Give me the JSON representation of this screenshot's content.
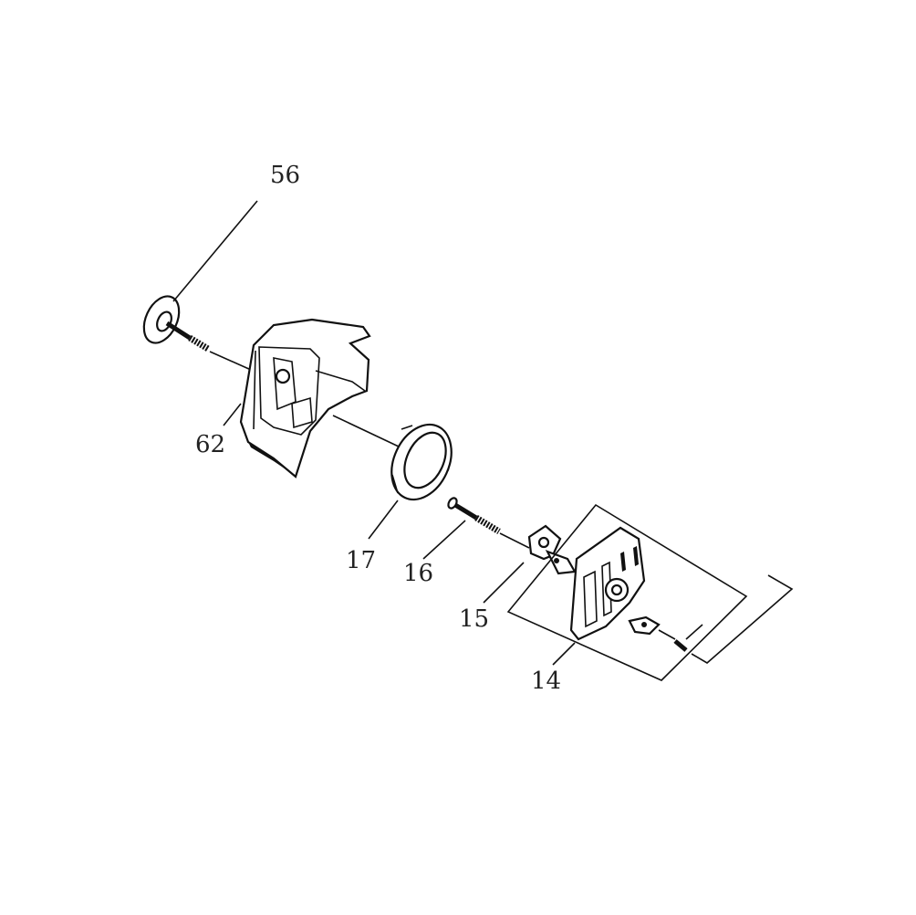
{
  "diagram": {
    "type": "exploded-parts-diagram",
    "callouts": [
      {
        "id": "56",
        "label": "56"
      },
      {
        "id": "62",
        "label": "62"
      },
      {
        "id": "17",
        "label": "17"
      },
      {
        "id": "16",
        "label": "16"
      },
      {
        "id": "15",
        "label": "15"
      },
      {
        "id": "14",
        "label": "14"
      }
    ]
  }
}
